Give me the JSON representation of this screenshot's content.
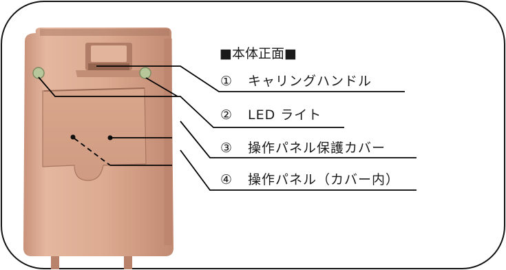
{
  "diagram": {
    "heading": "■本体正面■",
    "callouts": [
      {
        "num": "①",
        "text": "キャリングハンドル"
      },
      {
        "num": "②",
        "text": "LED ライト"
      },
      {
        "num": "③",
        "text": "操作パネル保護カバー"
      },
      {
        "num": "④",
        "text": "操作パネル（カバー内）"
      }
    ],
    "colors": {
      "frame": "#111111",
      "device_body": "#d8a48a",
      "device_shadow": "#b9826a",
      "leader_line": "#000000",
      "led": "#b8c79a"
    }
  }
}
